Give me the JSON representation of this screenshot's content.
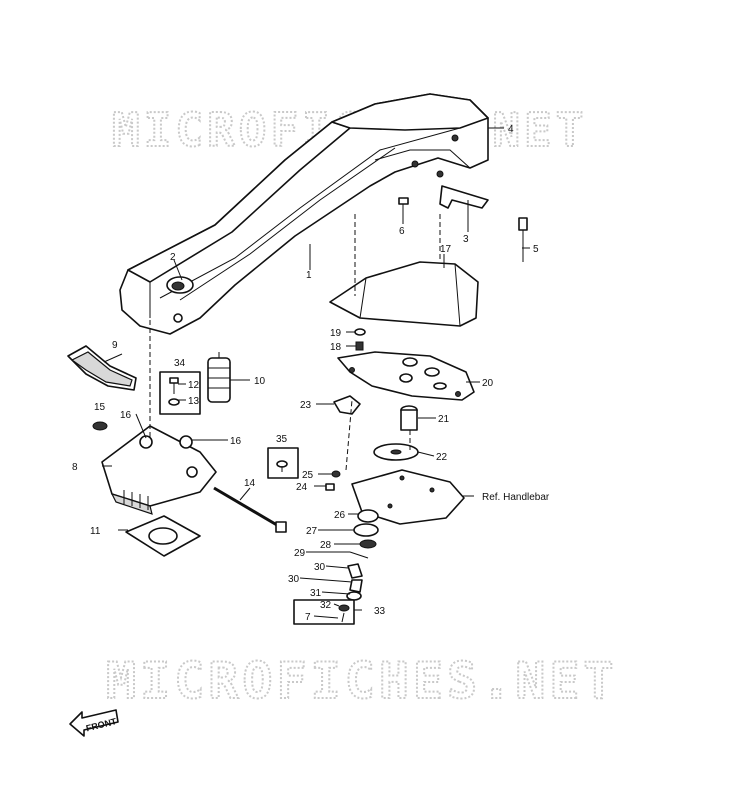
{
  "watermark": "MICROFICHES.NET",
  "front_label": "FRONT",
  "ref_note": "Ref. Handlebar",
  "callouts": [
    "1",
    "2",
    "3",
    "4",
    "5",
    "6",
    "7",
    "8",
    "9",
    "10",
    "11",
    "12",
    "13",
    "14",
    "15",
    "16",
    "16",
    "17",
    "18",
    "19",
    "20",
    "21",
    "22",
    "23",
    "24",
    "25",
    "26",
    "27",
    "28",
    "29",
    "30",
    "30",
    "31",
    "32",
    "33",
    "34",
    "35"
  ]
}
